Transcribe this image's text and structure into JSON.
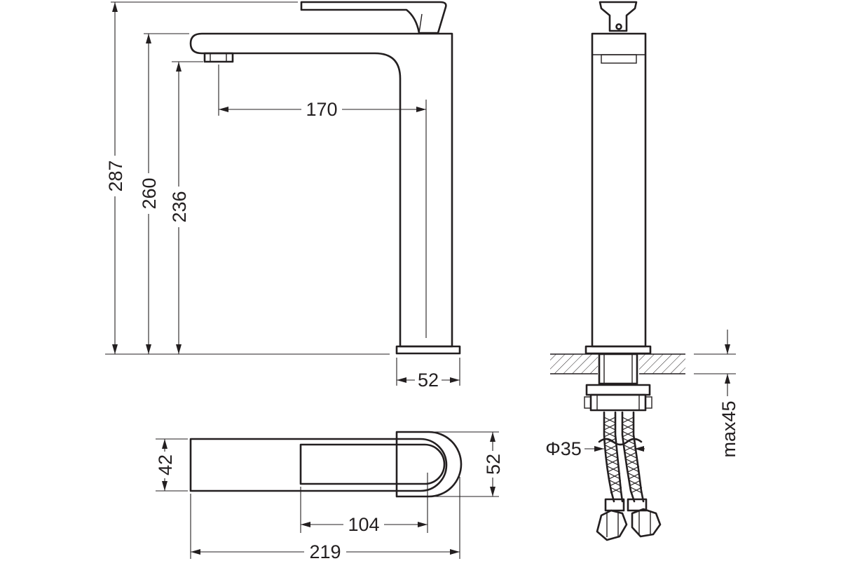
{
  "dimensions": {
    "total_height": "287",
    "spout_height": "260",
    "outlet_height": "236",
    "spout_reach": "170",
    "base_width": "52",
    "body_depth_top": "42",
    "handle_depth_top": "52",
    "handle_length": "104",
    "total_length": "219",
    "hole_diameter": "Φ35",
    "max_counter_thickness": "max45"
  },
  "colors": {
    "line": "#231f20",
    "background": "#ffffff"
  }
}
